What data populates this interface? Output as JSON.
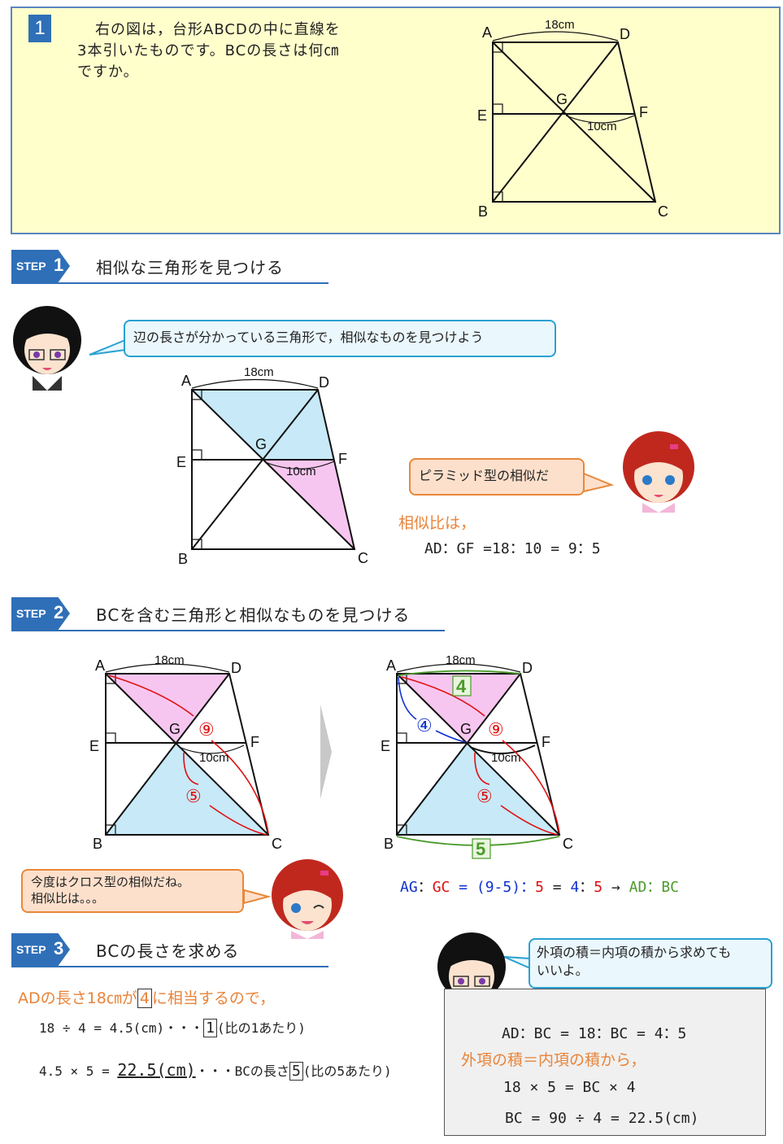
{
  "problem": {
    "number": "1",
    "text_line1": "右の図は，台形ABCDの中に直線を",
    "text_line2": "3本引いたものです。BCの長さは何㎝",
    "text_line3": "ですか。"
  },
  "figure_labels": {
    "A": "A",
    "B": "B",
    "C": "C",
    "D": "D",
    "E": "E",
    "F": "F",
    "G": "G",
    "ad_length": "18cm",
    "gf_length": "10cm"
  },
  "step1": {
    "tag": "STEP",
    "num": "1",
    "title": "相似な三角形を見つける",
    "bubble": "辺の長さが分かっている三角形で，相似なものを見つけよう",
    "pyramid_bubble": "ピラミッド型の相似だ",
    "ratio_label": "相似比は，",
    "ratio_eq": "AD：GF =18：10 = 9：5"
  },
  "step2": {
    "tag": "STEP",
    "num": "2",
    "title": "BCを含む三角形と相似なものを見つける",
    "mark_9": "⑨",
    "mark_5": "⑤",
    "mark_4": "④",
    "box_4": "4",
    "box_5": "5",
    "cross_bubble_line1": "今度はクロス型の相似だね。",
    "cross_bubble_line2": "相似比は。。。",
    "eq": {
      "ag": "AG",
      "sep1": "：",
      "gc": "GC",
      "mid": " = (9-5)：",
      "five_a": "5",
      "eq2": " = ",
      "four": "4",
      "sep2": "：",
      "five_b": "5",
      "arrow": " → ",
      "ad": "AD",
      "sep3": "：",
      "bc": "BC"
    }
  },
  "step3": {
    "tag": "STEP",
    "num": "3",
    "title": "BCの長さを求める",
    "intro_pre": "ADの長さ18㎝が",
    "intro_box": "4",
    "intro_post": "に相当するので，",
    "calc1_pre": "18 ÷ 4 = 4.5(cm)・・・",
    "calc1_box": "1",
    "calc1_post": "(比の1あたり)",
    "calc2_pre": "4.5 × 5 = ",
    "calc2_ans": "22.5(cm)",
    "calc2_mid": "・・・BCの長さ",
    "calc2_box": "5",
    "calc2_post": "(比の5あたり)",
    "bubble_line1": "外項の積＝内項の積から求めても",
    "bubble_line2": "いいよ。",
    "box_line1": "AD：BC = 18：BC = 4：5",
    "box_line2": "外項の積＝内項の積から，",
    "box_line3": "18 × 5 = BC × 4",
    "box_line4": "BC  =  90 ÷ 4 = 22.5(cm)"
  },
  "colors": {
    "blue_header": "#2f6fb7",
    "pink": "#f7c6f0",
    "light_blue": "#c7e9f8",
    "red": "#e01010",
    "blue": "#1030d0",
    "green": "#4a9a2a",
    "orange": "#e8843a"
  }
}
